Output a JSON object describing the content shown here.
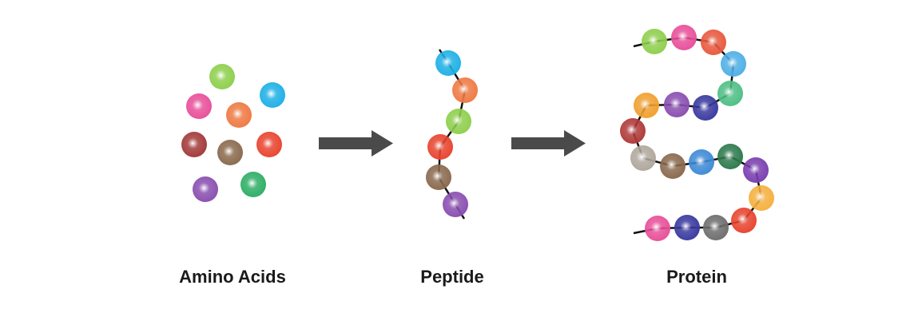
{
  "labels": {
    "amino_acids": "Amino Acids",
    "peptide": "Peptide",
    "protein": "Protein"
  },
  "colors": {
    "arrow": "#4a4a4a",
    "bond": "#111111"
  },
  "amino_acids": [
    "#8fcf4e",
    "#1fb0e6",
    "#e8509a",
    "#ef7a45",
    "#a33a3a",
    "#8a6a4e",
    "#e8452f",
    "#8a4fb0",
    "#2fae66"
  ],
  "peptide": [
    "#1fb0e6",
    "#ef7a45",
    "#8fcf4e",
    "#e8452f",
    "#8a6a4e",
    "#8a4fb0"
  ],
  "protein": [
    "#8fcf4e",
    "#e8509a",
    "#e8593f",
    "#4fb0e6",
    "#4fbf86",
    "#3a3aa0",
    "#8a4fb0",
    "#f0a030",
    "#b03a3a",
    "#b0a89e",
    "#8a6a4e",
    "#3f8ad6",
    "#2e7a4e",
    "#7a3fb0",
    "#f5b040",
    "#e8452f",
    "#6e6e6e",
    "#3a3aa0",
    "#e8509a"
  ]
}
